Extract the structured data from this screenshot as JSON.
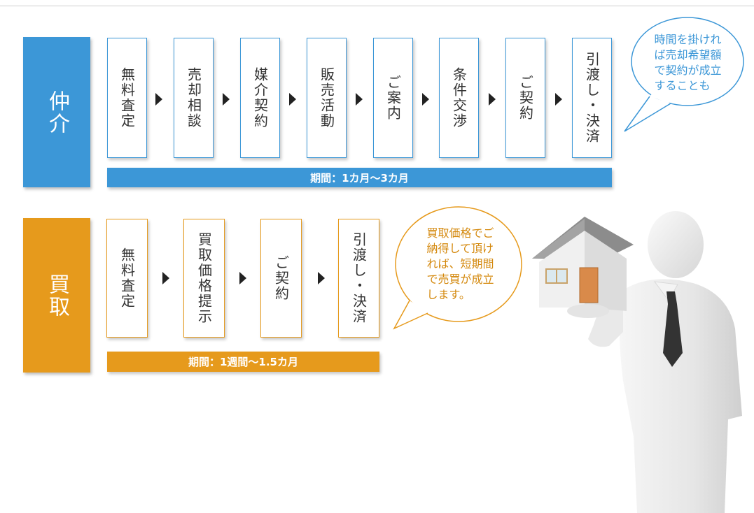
{
  "colors": {
    "brokerage": "#3c97d7",
    "purchase": "#e69a1c",
    "text": "#333333"
  },
  "brokerage": {
    "label": "仲介",
    "steps": [
      "無料査定",
      "売却相談",
      "媒介契約",
      "販売活動",
      "ご案内",
      "条件交渉",
      "ご契約",
      "引渡し・決済"
    ],
    "period": "期間：1カ月〜3カ月",
    "bubble_lines": [
      "時間を掛けれ",
      "ば売却希望額",
      "で契約が成立",
      "することも"
    ]
  },
  "purchase": {
    "label": "買取",
    "steps": [
      "無料査定",
      "買取価格提示",
      "ご契約",
      "引渡し・決済"
    ],
    "period": "期間：1週間〜1.5カ月",
    "bubble_lines": [
      "買取価格でご",
      "納得して頂け",
      "れば、短期間",
      "で売買が成立",
      "します。"
    ]
  },
  "illustration": {
    "icon": "businessman-holding-house-icon"
  }
}
